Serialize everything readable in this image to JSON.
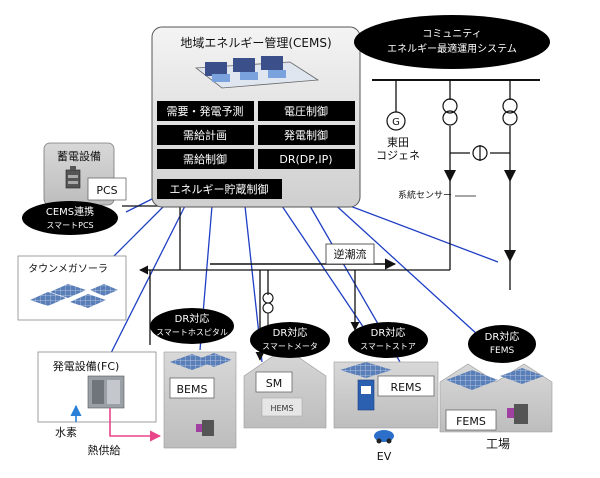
{
  "cems": {
    "title": "地域エネルギー管理(CEMS)",
    "functions": [
      "需要・発電予測",
      "電圧制御",
      "需給計画",
      "発電制御",
      "需給制御",
      "DR(DP,IP)"
    ],
    "storage_control": "エネルギー貯蔵制御"
  },
  "community_system": {
    "line1": "コミュニティ",
    "line2": "エネルギー最適運用システム"
  },
  "grid": {
    "generator_symbol": "G",
    "cogen_line1": "東田",
    "cogen_line2": "コジェネ",
    "sensor_label": "系統センサー",
    "reverse_flow_label": "逆潮流"
  },
  "storage": {
    "title": "蓄電設備",
    "pcs": "PCS",
    "badge_line1": "CEMS連携",
    "badge_line2": "スマートPCS"
  },
  "solar": {
    "title": "タウンメガソーラ"
  },
  "fuel_cell": {
    "title": "発電設備(FC)",
    "hydrogen_label": "水素",
    "heat_label": "熱供給"
  },
  "consumers": {
    "hospital": {
      "badge_line1": "DR対応",
      "badge_line2": "スマートホスピタル",
      "box": "BEMS"
    },
    "meter": {
      "badge_line1": "DR対応",
      "badge_line2": "スマートメータ",
      "box": "SM",
      "sub_box": "HEMS"
    },
    "store": {
      "badge_line1": "DR対応",
      "badge_line2": "スマートストア",
      "box": "REMS",
      "ev_label": "EV"
    },
    "factory": {
      "badge_line1": "DR対応",
      "badge_line2": "FEMS",
      "box": "FEMS",
      "label": "工場"
    }
  }
}
